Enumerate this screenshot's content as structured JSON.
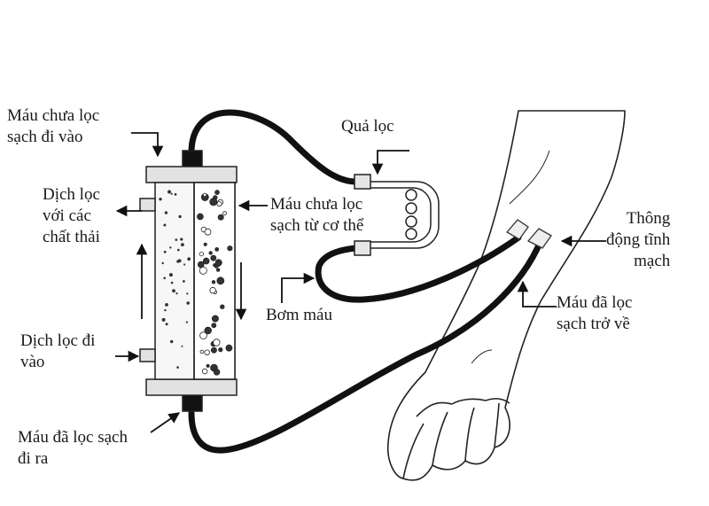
{
  "labels": {
    "unfiltered_in": [
      "Máu chưa lọc",
      "sạch đi vào"
    ],
    "waste_fluid": [
      "Dịch lọc",
      "với các",
      "chất thải"
    ],
    "fluid_in": [
      "Dịch lọc đi",
      "vào"
    ],
    "filtered_out": [
      "Máu đã lọc sạch",
      "đi ra"
    ],
    "filter": [
      "Quả lọc"
    ],
    "from_body": [
      "Máu chưa lọc",
      "sạch từ cơ thể"
    ],
    "pump": [
      "Bơm máu"
    ],
    "av_fistula": [
      "Thông",
      "động tĩnh",
      "mạch"
    ],
    "returned": [
      "Máu đã lọc",
      "sạch trở về"
    ]
  }
}
